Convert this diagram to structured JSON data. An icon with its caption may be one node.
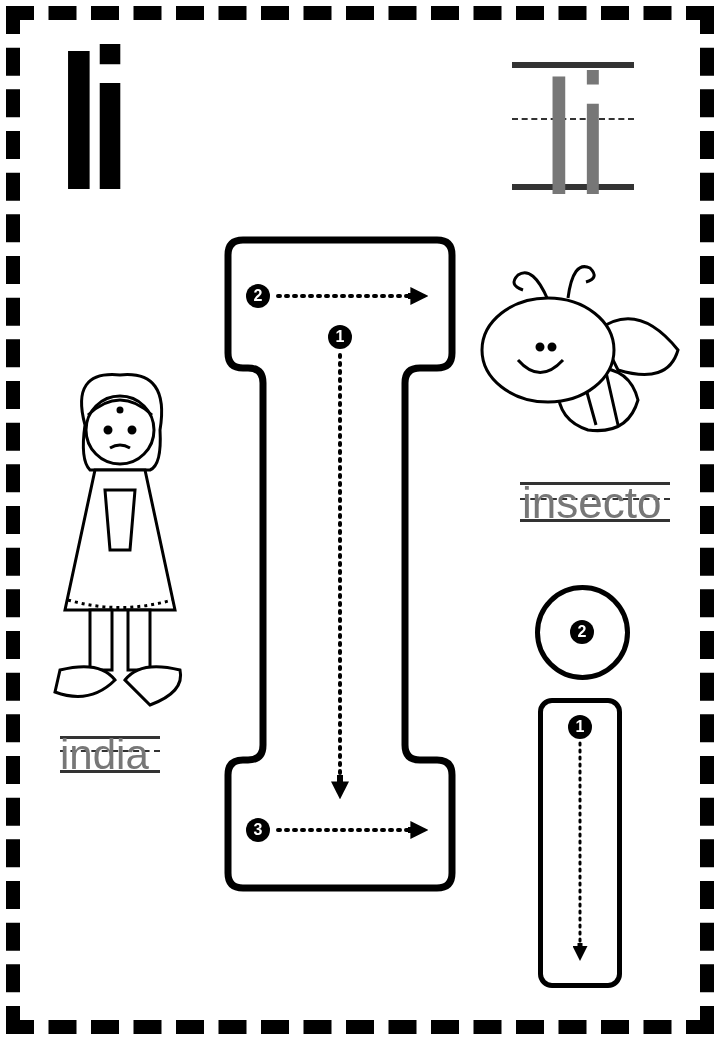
{
  "diagram": {
    "title": "Ii",
    "nodes": [
      {
        "text": [
          "2",
          "1",
          "3"
        ]
      },
      {
        "text": [
          "2"
        ]
      },
      {
        "text": [
          "1"
        ]
      }
    ],
    "labels": [
      "Ii",
      "insecto",
      "india"
    ]
  }
}
